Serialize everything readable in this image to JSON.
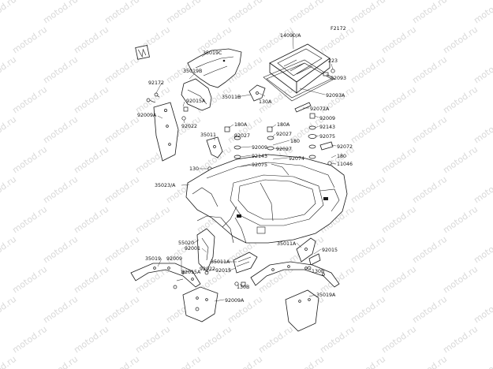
{
  "figure_code": "F2172",
  "watermark_text": "motod.ru",
  "labels": {
    "l_35019C": "35019C",
    "l_35019B": "35019B",
    "l_14090A": "14090/A",
    "l_223": "223",
    "l_92093": "92093",
    "l_92172": "92172",
    "l_92015A_top": "92015A",
    "l_92009A_top": "92009A",
    "l_92022_top": "92022",
    "l_35011B": "35011B",
    "l_130A": "130A",
    "l_92093A": "92093A",
    "l_92072A": "92072A",
    "l_92009_r": "92009",
    "l_180A_1": "180A",
    "l_180A_2": "180A",
    "l_92143_r": "92143",
    "l_35011": "35011",
    "l_92027_l": "92027",
    "l_92027_m": "92027",
    "l_92075_r": "92075",
    "l_180_m": "180",
    "l_92009_m": "92009",
    "l_92027_m2": "92027",
    "l_92072": "92072",
    "l_92143_m": "92143",
    "l_92074": "92074",
    "l_180_r": "180",
    "l_92075_m": "92075",
    "l_11046": "11046",
    "l_130": "130",
    "l_35023A": "35023/A",
    "l_55020": "55020",
    "l_92001": "92001",
    "l_35011A_r": "35011A",
    "l_92015_r": "92015",
    "l_35019": "35019",
    "l_92009_b": "92009",
    "l_35011A_b": "35011A",
    "l_92015A_b": "92015A",
    "l_92022_b": "92022",
    "l_92015_b": "92015",
    "l_130B_r": "130B",
    "l_130B_b": "130B",
    "l_35019A": "35019A",
    "l_92009A_b": "92009A"
  }
}
